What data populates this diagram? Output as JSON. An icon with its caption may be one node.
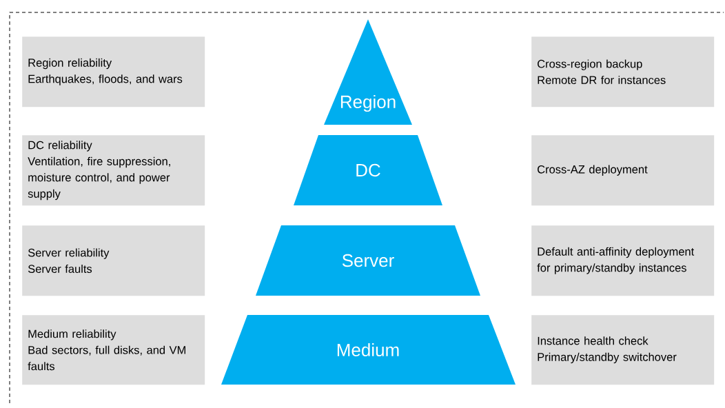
{
  "diagram": {
    "nodes": [
      {
        "text": [
          "Region reliability",
          "Earthquakes, floods, and wars"
        ]
      },
      {
        "text": [
          "Region"
        ]
      },
      {
        "text": [
          "Cross-region backup",
          "Remote DR for instances"
        ]
      },
      {
        "text": [
          "DC reliability",
          "Ventilation, fire suppression, moisture control, and power supply"
        ]
      },
      {
        "text": [
          "DC"
        ]
      },
      {
        "text": [
          "Cross-AZ deployment"
        ]
      },
      {
        "text": [
          "Server reliability",
          "Server faults"
        ]
      },
      {
        "text": [
          "Server"
        ]
      },
      {
        "text": [
          "Default anti-affinity deployment for primary/standby instances"
        ]
      },
      {
        "text": [
          "Medium reliability",
          "Bad sectors, full disks, and VM faults"
        ]
      },
      {
        "text": [
          "Medium"
        ]
      },
      {
        "text": [
          "Instance health check",
          "Primary/standby switchover"
        ]
      }
    ]
  }
}
